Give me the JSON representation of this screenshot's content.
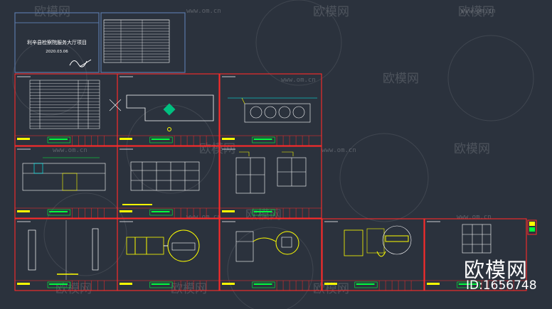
{
  "cover": {
    "title": "利辛县检察院服务大厅项目",
    "date": "2020.03.06"
  },
  "watermark": {
    "brand": "欧模网",
    "site": "www.om.cn"
  },
  "logo": {
    "brand": "欧模网",
    "id": "ID:1656748"
  },
  "colors": {
    "canvas": "#2b323d",
    "sheet_frame": "#ff2a2a",
    "cover_frame": "#5a78a8",
    "lines": "#ffffff",
    "accent_yellow": "#ffff00",
    "accent_green": "#00ff3c",
    "accent_cyan": "#00ffff"
  }
}
